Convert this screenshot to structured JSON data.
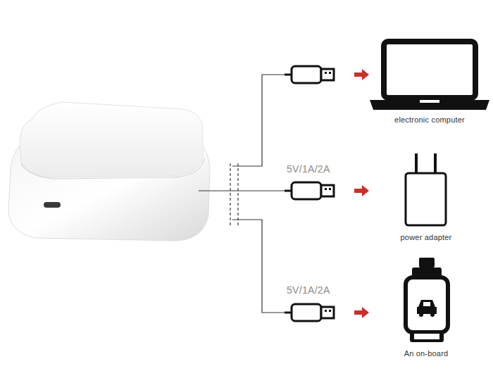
{
  "diagram": {
    "nodes": [
      {
        "text": [
          "electronic computer"
        ]
      },
      {
        "text": [
          "power adapter"
        ]
      },
      {
        "text": [
          "An on-board"
        ]
      }
    ],
    "labels": [
      "5V/1A/2A",
      "5V/1A/2A"
    ]
  }
}
